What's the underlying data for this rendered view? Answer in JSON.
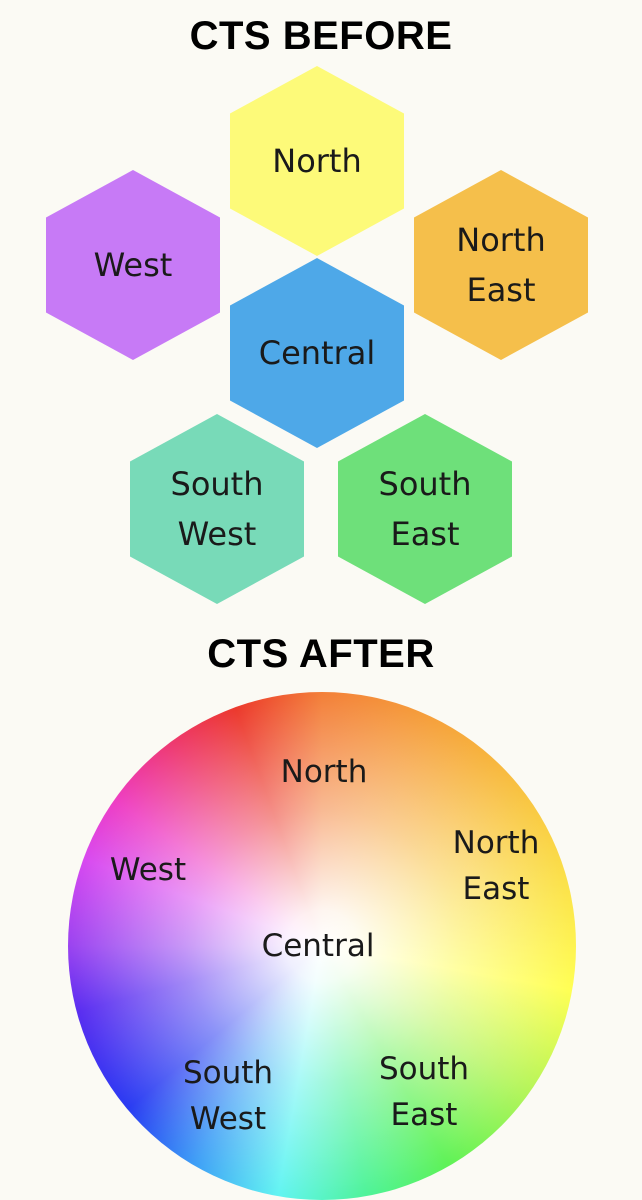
{
  "before": {
    "title": "CTS BEFORE",
    "regions": [
      {
        "id": "north",
        "label": "North",
        "color": "#fdfa79"
      },
      {
        "id": "west",
        "label": "West",
        "color": "#c77af6"
      },
      {
        "id": "north-east",
        "label": "North\nEast",
        "color": "#f5bf4b"
      },
      {
        "id": "central",
        "label": "Central",
        "color": "#4ea8e8"
      },
      {
        "id": "south-west",
        "label": "South\nWest",
        "color": "#78dab8"
      },
      {
        "id": "south-east",
        "label": "South\nEast",
        "color": "#6ee07a"
      }
    ]
  },
  "after": {
    "title": "CTS AFTER",
    "regions": [
      {
        "id": "north",
        "label": "North"
      },
      {
        "id": "west",
        "label": "West"
      },
      {
        "id": "north-east",
        "label": "North\nEast"
      },
      {
        "id": "central",
        "label": "Central"
      },
      {
        "id": "south-west",
        "label": "South\nWest"
      },
      {
        "id": "south-east",
        "label": "South\nEast"
      }
    ]
  }
}
